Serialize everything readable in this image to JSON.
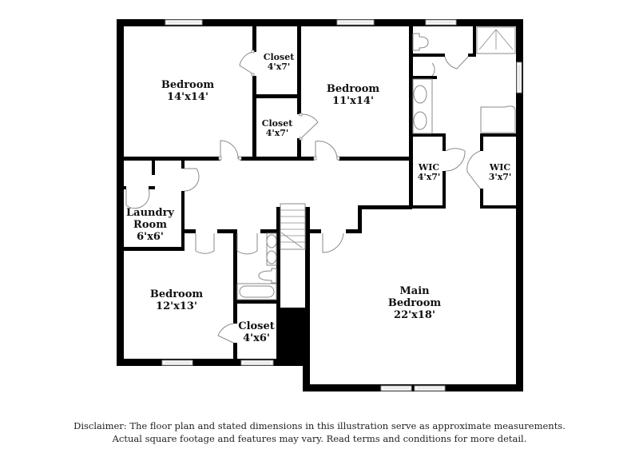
{
  "floor_plan": {
    "rooms": [
      {
        "id": "bedroom-nw",
        "name": "Bedroom",
        "dimensions": "14'x14'"
      },
      {
        "id": "closet-n1",
        "name": "Closet",
        "dimensions": "4'x7'"
      },
      {
        "id": "closet-n2",
        "name": "Closet",
        "dimensions": "4'x7'"
      },
      {
        "id": "bedroom-n",
        "name": "Bedroom",
        "dimensions": "11'x14'"
      },
      {
        "id": "wic-1",
        "name": "WIC",
        "dimensions": "4'x7'"
      },
      {
        "id": "wic-2",
        "name": "WIC",
        "dimensions": "3'x7'"
      },
      {
        "id": "laundry",
        "name": "Laundry Room",
        "name_line1": "Laundry",
        "name_line2": "Room",
        "dimensions": "6'x6'"
      },
      {
        "id": "bedroom-sw",
        "name": "Bedroom",
        "dimensions": "12'x13'"
      },
      {
        "id": "closet-s",
        "name": "Closet",
        "dimensions": "4'x6'"
      },
      {
        "id": "main-bedroom",
        "name": "Main Bedroom",
        "name_line1": "Main",
        "name_line2": "Bedroom",
        "dimensions": "22'x18'"
      }
    ],
    "colors": {
      "wall": "#000000",
      "fixture": "#8a8a8a",
      "window": "#9a9a9a",
      "background": "#ffffff"
    }
  },
  "disclaimer": {
    "line1": "Disclaimer: The floor plan and stated dimensions in this illustration serve as approximate measurements.",
    "line2": "Actual square footage and features may vary. Read terms and conditions for more detail."
  }
}
